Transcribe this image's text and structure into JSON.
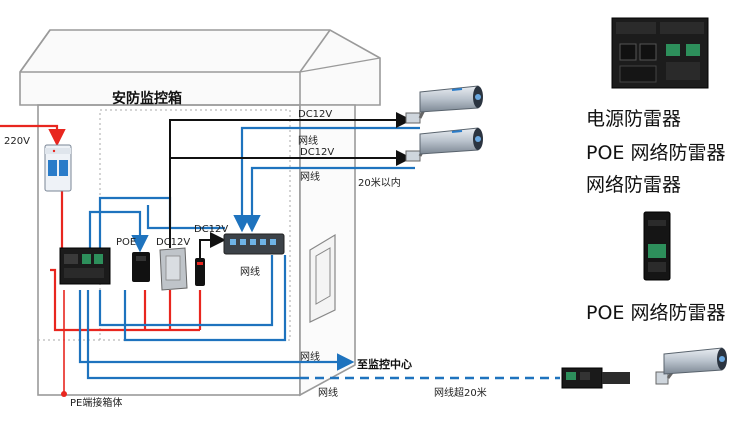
{
  "cabinet": {
    "title": "安防监控箱"
  },
  "labels": {
    "v220": "220V",
    "poe": "POE",
    "dc12v_adapter": "DC12V",
    "dc12v_switch": "DC12V",
    "dc12v_cam1": "DC12V",
    "net_cam1": "网线",
    "dc12v_cam2": "DC12V",
    "net_cam2": "网线",
    "distance_20m": "20米以内",
    "net_switch": "网线",
    "net_bottom": "网线",
    "to_center": "至监控中心",
    "pe": "PE端接箱体",
    "net_long": "网线",
    "net_over20m": "网线超20米"
  },
  "legend": {
    "power_spd": "电源防雷器",
    "poe_net_spd": "POE 网络防雷器",
    "net_spd": "网络防雷器",
    "poe_net_spd_2": "POE 网络防雷器"
  },
  "colors": {
    "power_wire": "#e8261f",
    "network_wire": "#1e73be",
    "dc_wire": "#111111",
    "cabinet_stroke": "#9a9a9a"
  }
}
